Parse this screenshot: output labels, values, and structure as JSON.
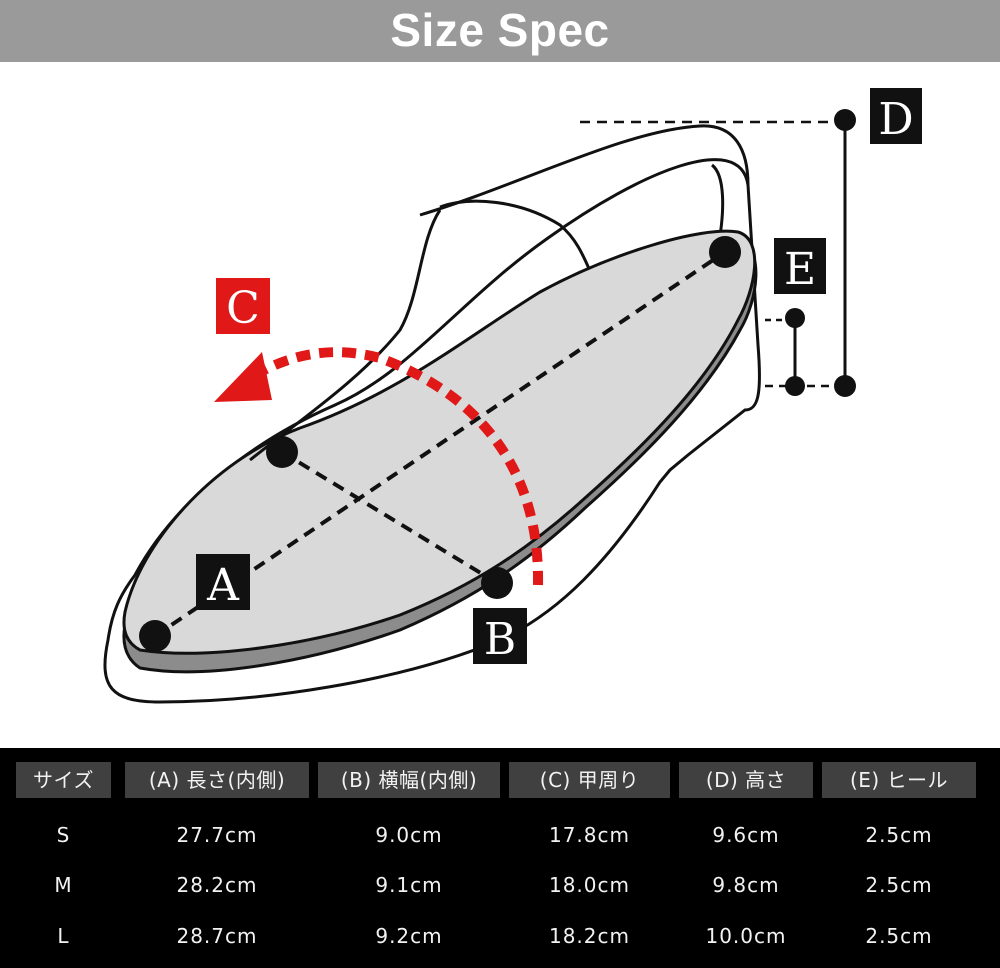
{
  "header": {
    "title": "Size Spec"
  },
  "diagram": {
    "labels": {
      "a": "A",
      "b": "B",
      "c": "C",
      "d": "D",
      "e": "E"
    },
    "colors": {
      "dark": "#111111",
      "accent": "#e01818",
      "sole": "#d9d9d9",
      "sole_shadow": "#8c8c8c"
    }
  },
  "table": {
    "headers": [
      "サイズ",
      "(A) 長さ(内側)",
      "(B) 横幅(内側)",
      "(C) 甲周り",
      "(D) 高さ",
      "(E) ヒール"
    ],
    "rows": [
      [
        "S",
        "27.7cm",
        "9.0cm",
        "17.8cm",
        "9.6cm",
        "2.5cm"
      ],
      [
        "M",
        "28.2cm",
        "9.1cm",
        "18.0cm",
        "9.8cm",
        "2.5cm"
      ],
      [
        "L",
        "28.7cm",
        "9.2cm",
        "18.2cm",
        "10.0cm",
        "2.5cm"
      ]
    ]
  }
}
